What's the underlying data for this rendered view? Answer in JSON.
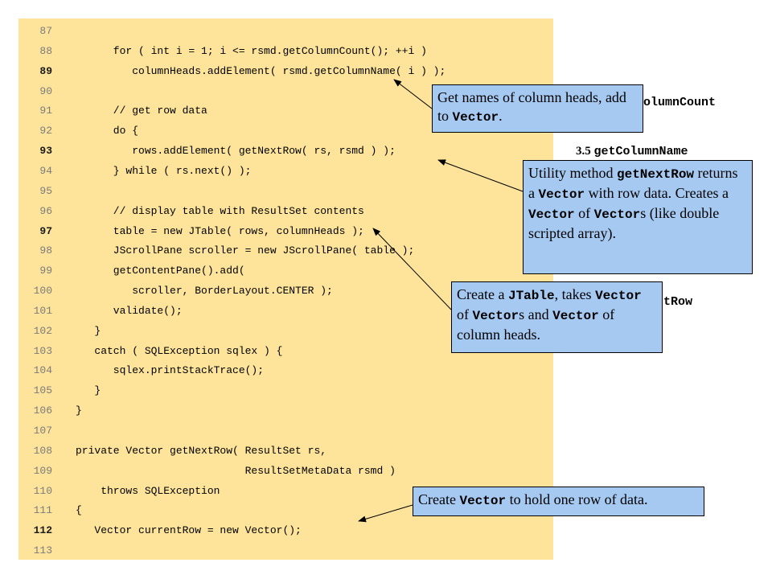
{
  "code_lines": [
    {
      "num": "87",
      "code": "",
      "bold": false
    },
    {
      "num": "88",
      "code": "      for ( int i = 1; i <= rsmd.getColumnCount(); ++i )",
      "bold": false
    },
    {
      "num": "89",
      "code": "         columnHeads.addElement( rsmd.getColumnName( i ) );",
      "bold": true
    },
    {
      "num": "90",
      "code": "",
      "bold": false
    },
    {
      "num": "91",
      "code": "      // get row data",
      "bold": false
    },
    {
      "num": "92",
      "code": "      do {",
      "bold": false
    },
    {
      "num": "93",
      "code": "         rows.addElement( getNextRow( rs, rsmd ) );",
      "bold": true
    },
    {
      "num": "94",
      "code": "      } while ( rs.next() );",
      "bold": false
    },
    {
      "num": "95",
      "code": "",
      "bold": false
    },
    {
      "num": "96",
      "code": "      // display table with ResultSet contents",
      "bold": false
    },
    {
      "num": "97",
      "code": "      table = new JTable( rows, columnHeads );",
      "bold": true
    },
    {
      "num": "98",
      "code": "      JScrollPane scroller = new JScrollPane( table );",
      "bold": false
    },
    {
      "num": "99",
      "code": "      getContentPane().add(",
      "bold": false
    },
    {
      "num": "100",
      "code": "         scroller, BorderLayout.CENTER );",
      "bold": false
    },
    {
      "num": "101",
      "code": "      validate();",
      "bold": false
    },
    {
      "num": "102",
      "code": "   }",
      "bold": false
    },
    {
      "num": "103",
      "code": "   catch ( SQLException sqlex ) {",
      "bold": false
    },
    {
      "num": "104",
      "code": "      sqlex.printStackTrace();",
      "bold": false
    },
    {
      "num": "105",
      "code": "   }",
      "bold": false
    },
    {
      "num": "106",
      "code": "}",
      "bold": false
    },
    {
      "num": "107",
      "code": "",
      "bold": false
    },
    {
      "num": "108",
      "code": "private Vector getNextRow( ResultSet rs,",
      "bold": false
    },
    {
      "num": "109",
      "code": "                           ResultSetMetaData rsmd )",
      "bold": false
    },
    {
      "num": "110",
      "code": "    throws SQLException",
      "bold": false
    },
    {
      "num": "111",
      "code": "{",
      "bold": false
    },
    {
      "num": "112",
      "code": "   Vector currentRow = new Vector();",
      "bold": true
    },
    {
      "num": "113",
      "code": "",
      "bold": false
    }
  ],
  "side_labels": {
    "col_count_mono": "olumnCount",
    "get_col_name_num": "3.5 ",
    "get_col_name_mono": "getColumnName",
    "next_row_mono": "tRow"
  },
  "callouts": {
    "column_heads": {
      "text1": "Get names of column heads, add to ",
      "mono1": "Vector",
      "text2": "."
    },
    "next_row": {
      "t1": "Utility method ",
      "m1": "getNextRow",
      "t2": " returns a ",
      "m2": "Vector",
      "t3": " with row data.  Creates a ",
      "m3": "Vector",
      "t4": " of ",
      "m4": "Vector",
      "t5": "s (like double scripted array)."
    },
    "jtable": {
      "t1": "Create a ",
      "m1": "JTable",
      "t2": ", takes ",
      "m2": "Vector",
      "t3": " of ",
      "m3": "Vector",
      "t4": "s and ",
      "m4": "Vector",
      "t5": " of column heads."
    },
    "current_row": {
      "t1": "Create ",
      "m1": "Vector",
      "t2": " to hold one row of data."
    }
  },
  "colors": {
    "code_background": "#fde49a",
    "callout_background": "#a6c9f1"
  }
}
